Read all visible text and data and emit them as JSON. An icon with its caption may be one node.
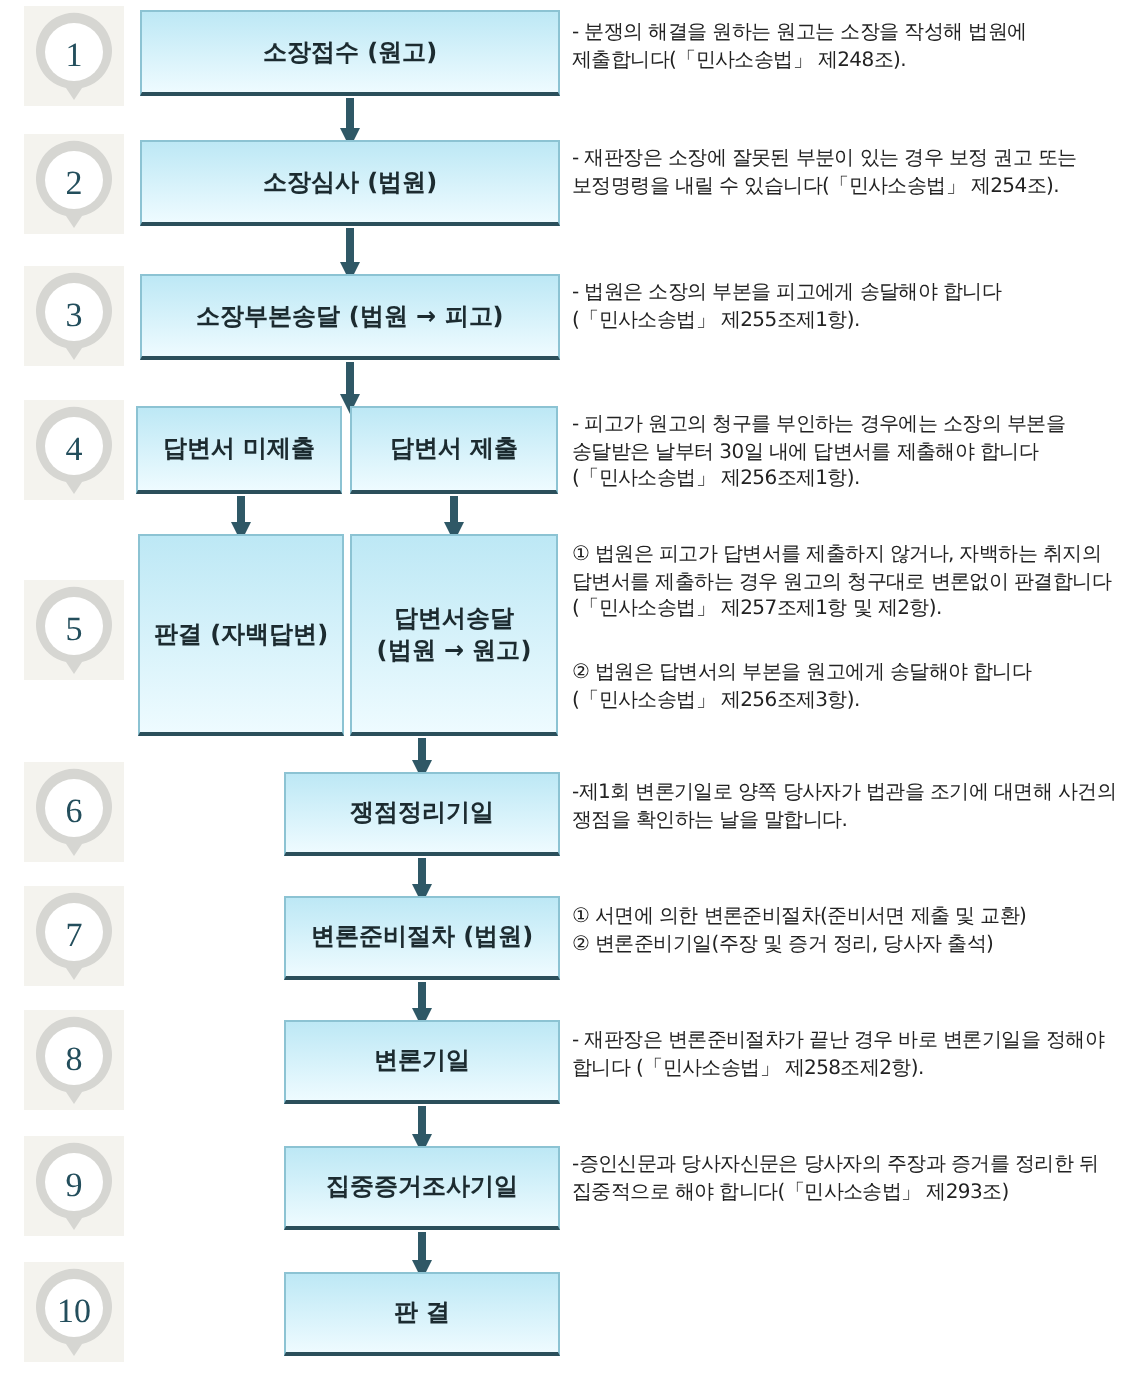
{
  "diagram": {
    "nodes": [
      {
        "text": [
          "1"
        ]
      },
      {
        "text": [
          "소장접수 (원고)"
        ],
        "beside": [
          "- 분쟁의 해결을 원하는 원고는 소장을 작성해 법원에 제출합니다(「민사소송법」 제248조)."
        ]
      },
      {
        "text": [
          "2"
        ]
      },
      {
        "text": [
          "소장심사 (법원)"
        ],
        "beside": [
          "- 재판장은 소장에 잘못된 부분이 있는 경우 보정 권고 또는 보정명령을 내릴 수 있습니다(「민사소송법」 제254조)."
        ]
      },
      {
        "text": [
          "3"
        ]
      },
      {
        "text": [
          "소장부본송달 (법원 → 피고)"
        ],
        "beside": [
          "- 법원은 소장의 부본을 피고에게 송달해야 합니다 (「민사소송법」 제255조제1항)."
        ]
      },
      {
        "text": [
          "4"
        ]
      },
      {
        "text": [
          "답변서 미제출"
        ]
      },
      {
        "text": [
          "답변서 제출"
        ],
        "beside": [
          "- 피고가 원고의 청구를 부인하는 경우에는 소장의 부본을 송달받은 날부터 30일 내에 답변서를 제출해야 합니다 (「민사소송법」 제256조제1항)."
        ]
      },
      {
        "text": [
          "5"
        ]
      },
      {
        "text": [
          "판결 (자백답변)"
        ]
      },
      {
        "text": [
          "답변서송달 (법원 → 원고)"
        ],
        "beside": [
          "① 법원은 피고가 답변서를 제출하지 않거나, 자백하는 취지의 답변서를 제출하는 경우 원고의 청구대로 변론없이 판결합니다 (「민사소송법」 제257조제1항 및 제2항).",
          "② 법원은 답변서의 부본을 원고에게 송달해야 합니다 (「민사소송법」 제256조제3항)."
        ]
      },
      {
        "text": [
          "6"
        ]
      },
      {
        "text": [
          "쟁점정리기일"
        ],
        "beside": [
          "-제1회 변론기일로 양쪽 당사자가 법관을 조기에 대면해 사건의 쟁점을 확인하는 날을 말합니다."
        ]
      },
      {
        "text": [
          "7"
        ]
      },
      {
        "text": [
          "변론준비절차 (법원)"
        ],
        "beside": [
          "① 서면에 의한 변론준비절차(준비서면 제출 및 교환)",
          "② 변론준비기일(주장 및 증거 정리, 당사자 출석)"
        ]
      },
      {
        "text": [
          "8"
        ]
      },
      {
        "text": [
          "변론기일"
        ],
        "beside": [
          "- 재판장은 변론준비절차가 끝난 경우 바로 변론기일을 정해야 합니다 (「민사소송법」 제258조제2항)."
        ]
      },
      {
        "text": [
          "9"
        ]
      },
      {
        "text": [
          "집중증거조사기일"
        ],
        "beside": [
          "-증인신문과 당사자신문은 당사자의 주장과 증거를 정리한 뒤 집중적으로 해야 합니다(「민사소송법」 제293조)"
        ]
      },
      {
        "text": [
          "10"
        ]
      },
      {
        "text": [
          "판 결"
        ]
      }
    ],
    "edges": [
      {
        "from": 1,
        "to": 3,
        "arrow": "to"
      },
      {
        "from": 3,
        "to": 5,
        "arrow": "to"
      },
      {
        "from": 5,
        "to": 7,
        "arrow": "to"
      },
      {
        "from": 5,
        "to": 8,
        "arrow": "to"
      },
      {
        "from": 7,
        "to": 10,
        "arrow": "to"
      },
      {
        "from": 8,
        "to": 11,
        "arrow": "to"
      },
      {
        "from": 11,
        "to": 13,
        "arrow": "to"
      },
      {
        "from": 13,
        "to": 15,
        "arrow": "to"
      },
      {
        "from": 15,
        "to": 17,
        "arrow": "to"
      },
      {
        "from": 17,
        "to": 19,
        "arrow": "to"
      },
      {
        "from": 19,
        "to": 21,
        "arrow": "to"
      }
    ]
  }
}
